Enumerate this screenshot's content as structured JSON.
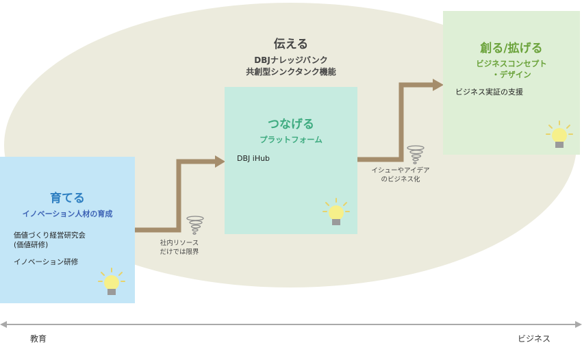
{
  "hub": {
    "title": "伝える",
    "line1": "DBJナレッジバンク",
    "line2": "共創型シンクタンク機能"
  },
  "stages": {
    "learn": {
      "title": "育てる",
      "subtitle": "イノベーション人材の育成",
      "items": [
        "価値づくり経営研究会",
        "(価値研修)",
        "イノベーション研修"
      ]
    },
    "connect": {
      "title": "つなげる",
      "subtitle": "プラットフォーム",
      "items": [
        "DBJ iHub"
      ]
    },
    "create": {
      "title": "創る/拡げる",
      "subtitle_line1": "ビジネスコンセプト",
      "subtitle_line2": "・デザイン",
      "items": [
        "ビジネス実証の支援"
      ]
    }
  },
  "notes": {
    "limit_line1": "社内リソース",
    "limit_line2": "だけでは限界",
    "issue_line1": "イシューやアイデア",
    "issue_line2": "のビジネス化"
  },
  "axis": {
    "left": "教育",
    "right": "ビジネス"
  },
  "colors": {
    "learn_box": "#c3e6f7",
    "connect_box": "#c6ebe0",
    "create_box": "#deefd6",
    "learn_title": "#2e7fc1",
    "learn_subtitle": "#3d63b5",
    "connect_title": "#3daa7f",
    "create_title": "#6aa23a",
    "arrow": "#a58d6c",
    "ellipse": "#ecebdd"
  },
  "icons": [
    "lightbulb-icon",
    "tornado-icon",
    "double-arrow-icon"
  ]
}
